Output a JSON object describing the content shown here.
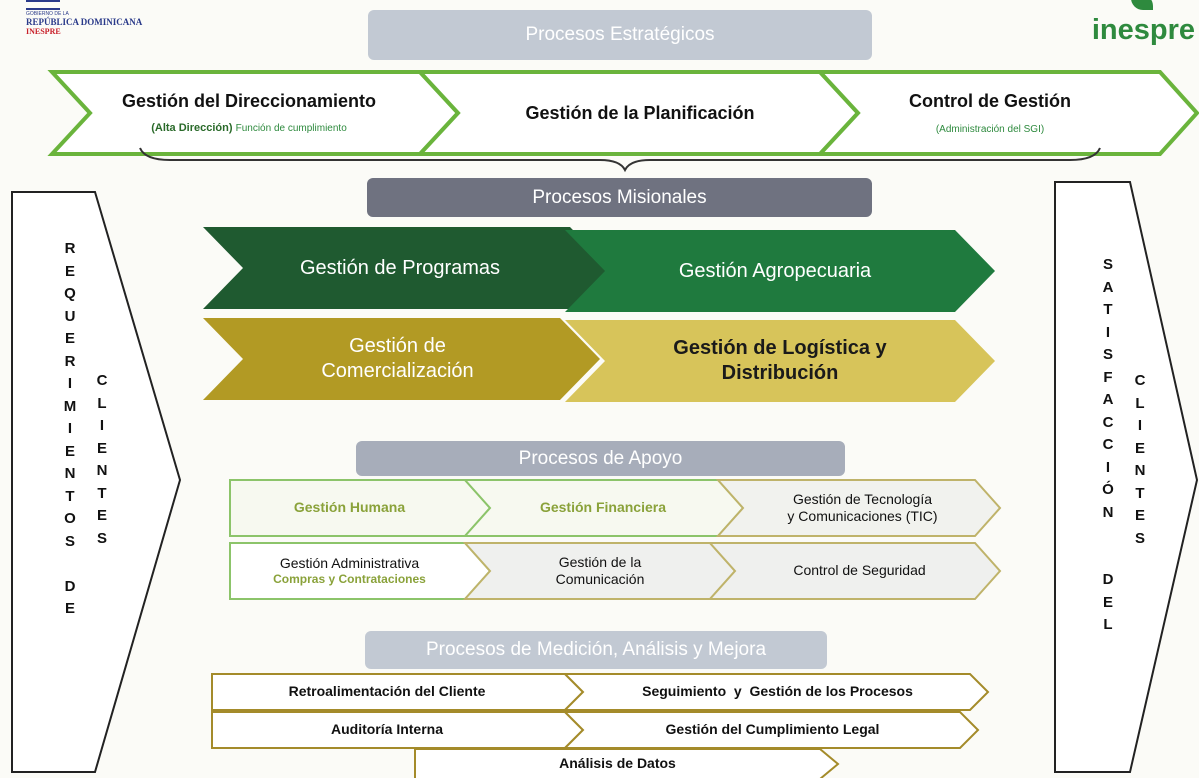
{
  "header": {
    "gov_line1": "GOBIERNO DE LA",
    "gov_line2": "REPÚBLICA DOMINICANA",
    "gov_line3": "INESPRE",
    "logo_text": "inespre"
  },
  "estrategicos": {
    "title": "Procesos Estratégicos",
    "items": [
      {
        "name": "Gestión del Direccionamiento",
        "sub_bold": "(Alta Dirección)",
        "sub_green": "Función de cumplimiento"
      },
      {
        "name": "Gestión de la Planificación"
      },
      {
        "name": "Control de Gestión",
        "sub_green": "(Administración del SGI)"
      }
    ]
  },
  "misionales": {
    "title": "Procesos Misionales",
    "items": [
      {
        "line1": "Gestión de Programas"
      },
      {
        "line1": "Gestión Agropecuaria"
      },
      {
        "line1": "Gestión de",
        "line2": "Comercialización"
      },
      {
        "line1": "Gestión de Logística y",
        "line2": "Distribución"
      }
    ]
  },
  "apoyo": {
    "title": "Procesos de Apoyo",
    "items": [
      {
        "line1": "Gestión Humana"
      },
      {
        "line1": "Gestión Financiera"
      },
      {
        "line1": "Gestión de Tecnología",
        "line2": "y Comunicaciones (TIC)"
      },
      {
        "line1": "Gestión Administrativa",
        "line2": "Compras y Contrataciones"
      },
      {
        "line1": "Gestión de la",
        "line2": "Comunicación"
      },
      {
        "line1": "Control de Seguridad"
      }
    ]
  },
  "medicion": {
    "title": "Procesos de Medición, Análisis y Mejora",
    "items": [
      "Retroalimentación del Cliente",
      "Seguimiento  y  Gestión de los Procesos",
      "Auditoría Interna",
      "Gestión del Cumplimiento Legal",
      "Análisis de Datos"
    ]
  },
  "left_arrow": {
    "col1": [
      "R",
      "E",
      "Q",
      "U",
      "E",
      "R",
      "I",
      "M",
      "I",
      "E",
      "N",
      "T",
      "O",
      "S",
      "",
      "D",
      "E"
    ],
    "col2": [
      "C",
      "L",
      "I",
      "E",
      "N",
      "T",
      "E",
      "S"
    ]
  },
  "right_arrow": {
    "col1": [
      "S",
      "A",
      "T",
      "I",
      "S",
      "F",
      "A",
      "C",
      "C",
      "I",
      "Ó",
      "N",
      "",
      "",
      "D",
      "E",
      "L"
    ],
    "col2": [
      "C",
      "L",
      "I",
      "E",
      "N",
      "T",
      "E",
      "S"
    ]
  },
  "colors": {
    "dark_green": "#1f5a30",
    "mid_green": "#1f7a3e",
    "olive": "#b29a24",
    "gold": "#d7c45a",
    "apoyo_green_text": "#8aa23a",
    "banner_light": "#c2c9d3",
    "banner_dark": "#6f7280",
    "outline_green": "#6ab43c",
    "medicion_outline": "#a48b2a"
  }
}
